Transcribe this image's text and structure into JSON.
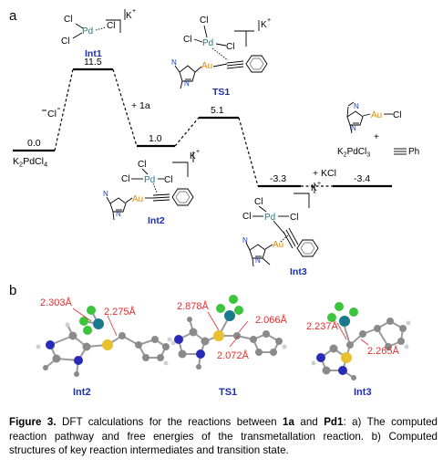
{
  "panel_a": {
    "label": "a",
    "pathway_levels": [
      {
        "species": "K2PdCl4",
        "energy": "0.0"
      },
      {
        "species": "Int1",
        "energy": "11.5"
      },
      {
        "species": "Int2",
        "energy": "1.0"
      },
      {
        "species": "TS1",
        "energy": "5.1"
      },
      {
        "species": "Int3",
        "energy": "-3.3"
      },
      {
        "species": "products",
        "energy": "-3.4"
      }
    ],
    "reagent_minus_cl": "Cl",
    "reagent_plus_1a": "+ 1a",
    "reagent_plus_kcl": "+ KCl",
    "names": {
      "int1": "Int1",
      "ts1": "TS1",
      "int2": "Int2",
      "int3": "Int3"
    },
    "start_formula": {
      "main": "K",
      "sub1": "2",
      "mid": "PdCl",
      "sub2": "4"
    },
    "product_formula": {
      "main": "K",
      "sub1": "2",
      "mid": "PdCl",
      "sub2": "3",
      "tail": "Ph"
    },
    "plus": "+",
    "atoms": {
      "pd": "Pd",
      "au": "Au",
      "cl": "Cl",
      "n": "N",
      "k": "K"
    }
  },
  "panel_b": {
    "label": "b",
    "distances": {
      "int2_a": "2.303Å",
      "int2_b": "2.275Å",
      "ts1_a": "2.878Å",
      "ts1_b": "2.066Å",
      "ts1_c": "2.072Å",
      "int3_a": "2.237Å",
      "int3_b": "2.265Å"
    },
    "labels": {
      "int2": "Int2",
      "ts1": "TS1",
      "int3": "Int3"
    }
  },
  "caption": {
    "figure": "Figure 3.",
    "t1": " DFT calculations for the reactions between ",
    "c1": "1a",
    "t2": " and ",
    "c2": "Pd1",
    "t3": ": a) The computed reaction pathway and free energies of the transmetallation reaction. b) Computed structures of key reaction intermediates and transition state."
  },
  "colors": {
    "pd": "#1a7a8c",
    "au": "#e08a10",
    "n": "#1f3fa8",
    "name": "#1c2fb0",
    "dist": "#e03030"
  }
}
